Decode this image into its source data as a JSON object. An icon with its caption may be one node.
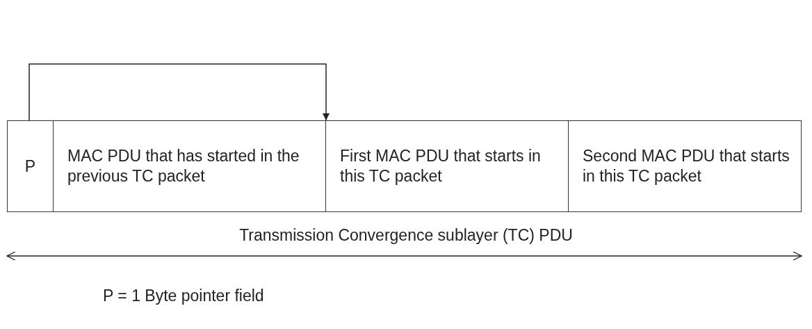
{
  "diagram": {
    "nodes": [
      {
        "text": [
          "P"
        ]
      },
      {
        "text": [
          "MAC PDU that has started in the previous TC packet"
        ]
      },
      {
        "text": [
          "First MAC PDU that starts in this TC packet"
        ]
      },
      {
        "text": [
          "Second MAC PDU that starts in this TC packet"
        ]
      }
    ],
    "edges": [
      {
        "from": 0,
        "to": 2,
        "arrow": "to"
      }
    ],
    "labels": [
      "Transmission Convergence sublayer (TC) PDU",
      "P = 1 Byte pointer field"
    ]
  }
}
